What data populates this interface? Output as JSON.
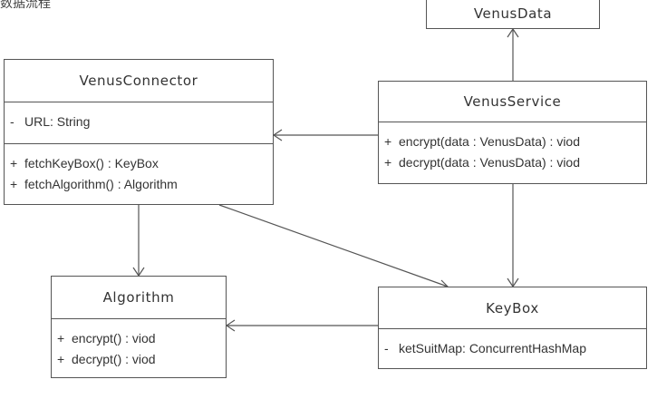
{
  "caption": "数据流程",
  "classes": {
    "venus_data": {
      "name": "VenusData",
      "attributes": [],
      "methods": []
    },
    "venus_connector": {
      "name": "VenusConnector",
      "attributes": [
        {
          "vis": "-",
          "text": "URL: String"
        }
      ],
      "methods": [
        {
          "vis": "+",
          "text": "fetchKeyBox() : KeyBox"
        },
        {
          "vis": "+",
          "text": "fetchAlgorithm() : Algorithm"
        }
      ]
    },
    "venus_service": {
      "name": "VenusService",
      "methods": [
        {
          "vis": "+",
          "text": "encrypt(data : VenusData) : viod"
        },
        {
          "vis": "+",
          "text": "decrypt(data : VenusData) : viod"
        }
      ]
    },
    "algorithm": {
      "name": "Algorithm",
      "methods": [
        {
          "vis": "+",
          "text": "encrypt() : viod"
        },
        {
          "vis": "+",
          "text": "decrypt() : viod"
        }
      ]
    },
    "keybox": {
      "name": "KeyBox",
      "attributes": [
        {
          "vis": "-",
          "text": "ketSuitMap: ConcurrentHashMap"
        }
      ]
    }
  },
  "relations": [
    {
      "from": "VenusService",
      "to": "VenusData"
    },
    {
      "from": "VenusService",
      "to": "VenusConnector"
    },
    {
      "from": "VenusService",
      "to": "KeyBox"
    },
    {
      "from": "VenusConnector",
      "to": "Algorithm"
    },
    {
      "from": "VenusConnector",
      "to": "KeyBox"
    },
    {
      "from": "KeyBox",
      "to": "Algorithm"
    }
  ],
  "colors": {
    "line": "#555555",
    "text": "#333333"
  }
}
